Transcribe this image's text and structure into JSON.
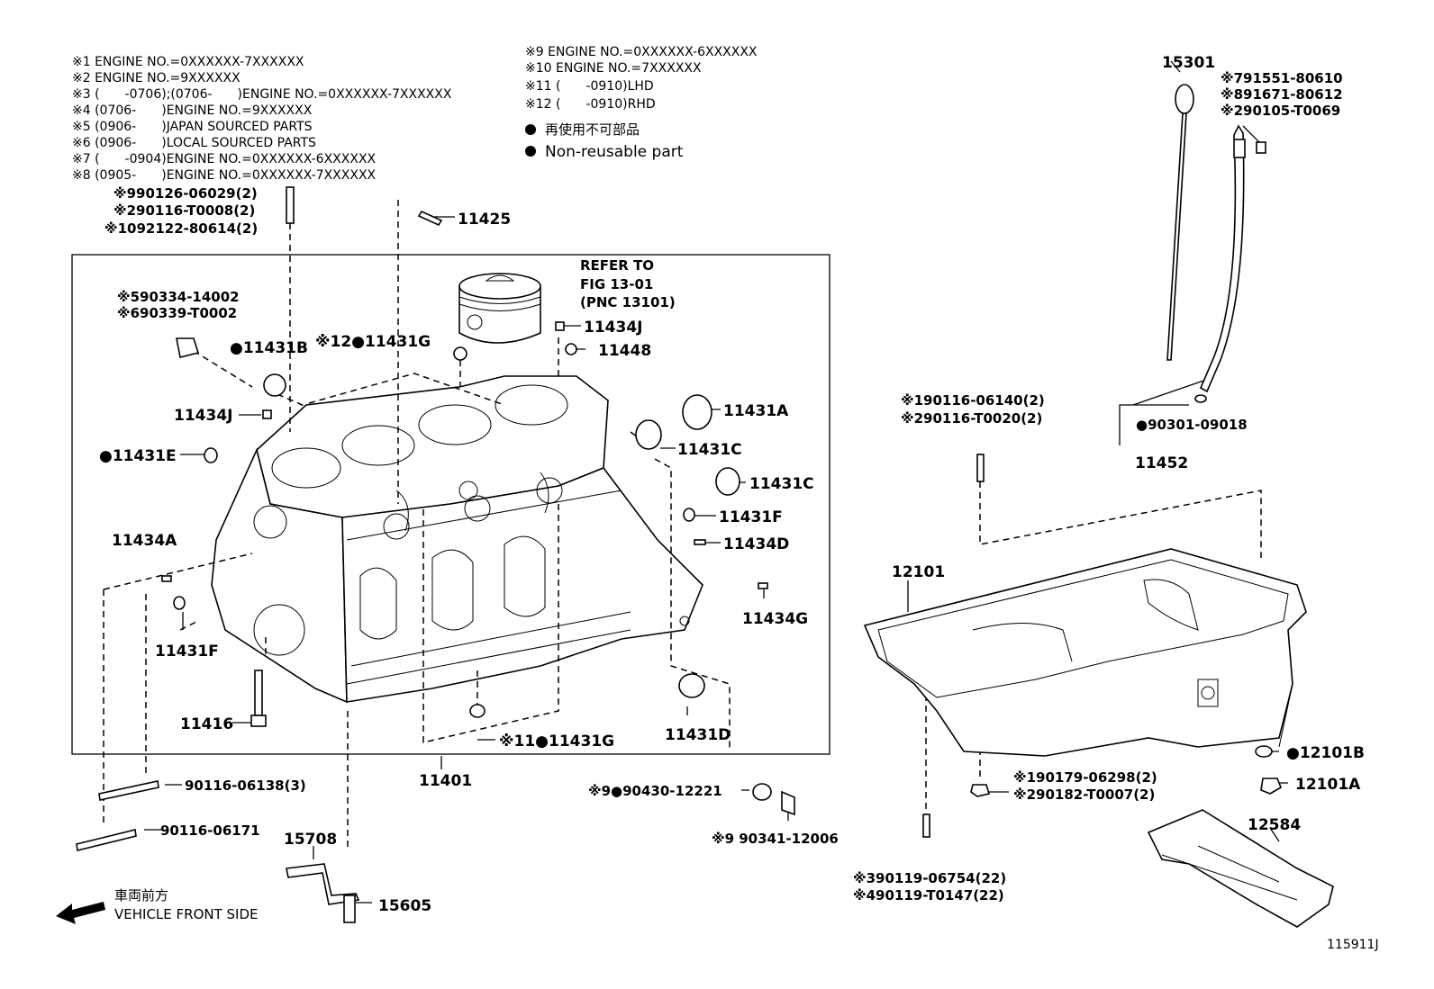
{
  "notes_left": [
    "※1 ENGINE NO.=0XXXXXX-7XXXXXX",
    "※2 ENGINE NO.=9XXXXXX",
    "※3 (　　-0706);(0706-　　)ENGINE NO.=0XXXXXX-7XXXXXX",
    "※4 (0706-　　)ENGINE NO.=9XXXXXX",
    "※5 (0906-　　)JAPAN SOURCED PARTS",
    "※6 (0906-　　)LOCAL SOURCED PARTS",
    "※7 (　　-0904)ENGINE NO.=0XXXXXX-6XXXXXX",
    "※8 (0905-　　)ENGINE NO.=0XXXXXX-7XXXXXX"
  ],
  "notes_right": [
    "※9 ENGINE NO.=0XXXXXX-6XXXXXX",
    "※10 ENGINE NO.=7XXXXXX",
    "※11 (　　-0910)LHD",
    "※12 (　　-0910)RHD"
  ],
  "legend": {
    "non_reusable_jp": "再使用不可部品",
    "non_reusable_en": "Non-reusable part"
  },
  "refer": [
    "REFER TO",
    "FIG 13-01",
    "(PNC 13101)"
  ],
  "labels": {
    "l11425": "11425",
    "l11434J_top": "11434J",
    "l11448": "11448",
    "l11431B": "●11431B",
    "l11431G_top": "※12●11431G",
    "l11434J_left": "11434J",
    "l11431E": "●11431E",
    "l11431A": "11431A",
    "l11431C_a": "11431C",
    "l11431C_b": "11431C",
    "l11431F_r": "11431F",
    "l11434D": "11434D",
    "l11434A": "11434A",
    "l11434G": "11434G",
    "l11431F_l": "11431F",
    "l11416": "11416",
    "l11431G_bot": "※11●11431G",
    "l11431D": "11431D",
    "l11401": "11401",
    "l15301": "15301",
    "l11452": "11452",
    "l12101": "12101",
    "l12101B": "●12101B",
    "l12101A": "12101A",
    "l12584": "12584",
    "l15708": "15708",
    "l15605": "15605",
    "figno": "115911J"
  },
  "stud_top": [
    "※990126-06029(2)",
    "※290116-T0008(2)",
    "※1092122-80614(2)"
  ],
  "sensor": [
    "※590334-14002",
    "※690339-T0002"
  ],
  "dip_bolt": [
    "※791551-80610",
    "※891671-80612",
    "※290105-T0069"
  ],
  "oring": "●90301-09018",
  "pan_stud": [
    "※190116-06140(2)",
    "※290116-T0020(2)"
  ],
  "pan_nut": [
    "※190179-06298(2)",
    "※290182-T0007(2)"
  ],
  "pan_bolt": [
    "※390119-06754(22)",
    "※490119-T0147(22)"
  ],
  "bolt_a": "90116-06138(3)",
  "bolt_b": "90116-06171",
  "gasket": "※9●90430-12221",
  "plug": "※9 90341-12006",
  "front": [
    "車両前方",
    "VEHICLE FRONT SIDE"
  ]
}
